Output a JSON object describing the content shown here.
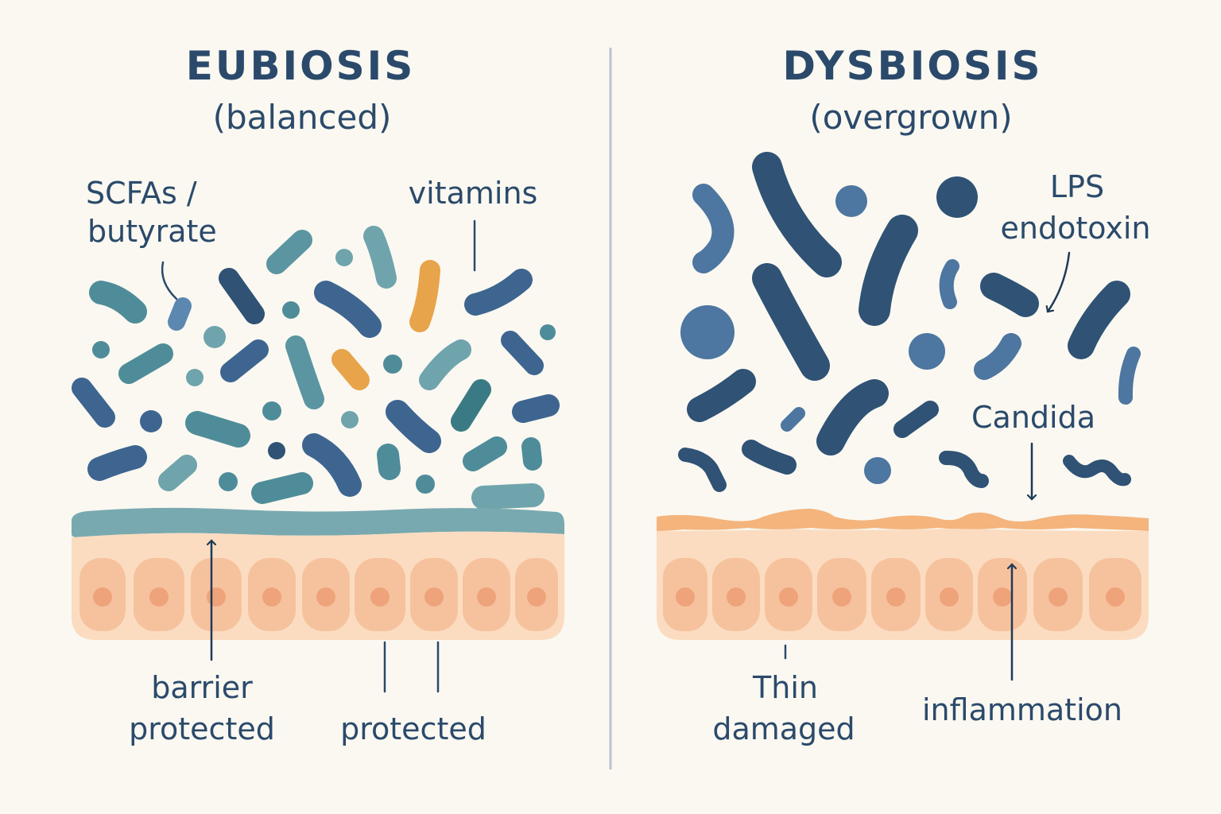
{
  "left_panel": {
    "title": "EUBIOSIS",
    "subtitle": "(balanced)",
    "labels": {
      "scfa_line1": "SCFAs /",
      "scfa_line2": "butyrate",
      "vitamins": "vitamins",
      "barrier_line1": "barrier",
      "barrier_line2": "protected",
      "protected": "protected"
    }
  },
  "right_panel": {
    "title": "DYSBIOSIS",
    "subtitle": "(overgrown)",
    "labels": {
      "lps_line1": "LPS",
      "lps_line2": "endotoxin",
      "candida": "Candida",
      "thin_line1": "Thin",
      "thin_line2": "damaged",
      "inflammation": "inflammation"
    }
  },
  "colors": {
    "background": "#faf8f1",
    "text": "#2b4a6b",
    "navy_bacteria": "#2f5275",
    "mid_blue_bacteria": "#4d76a0",
    "teal_bacteria": "#4f8c99",
    "light_teal_bacteria": "#6fa4ac",
    "orange_bacteria": "#e8a44a",
    "mucus_healthy": "#79a9b0",
    "mucus_damaged": "#f4b47c",
    "tissue": "#fbdcc0",
    "cell": "#f6c29e",
    "nucleus": "#eea37a",
    "divider": "#b9c3cf"
  }
}
